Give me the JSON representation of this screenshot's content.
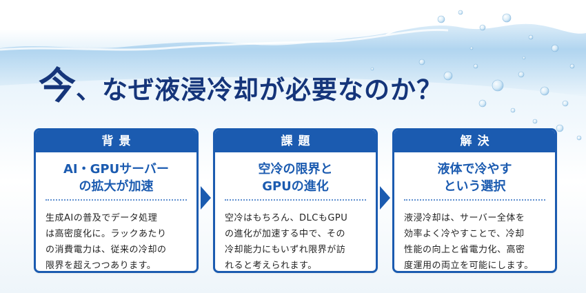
{
  "headline": {
    "lead_char": "今",
    "rest": "、なぜ液浸冷却が必要なのか？"
  },
  "cards": [
    {
      "header": "背景",
      "subtitle_lines": [
        "AI・GPUサーバー",
        "の拡大が加速"
      ],
      "body_lines": [
        "生成AIの普及でデータ処理",
        "は高密度化に。ラックあたり",
        "の消費電力は、従来の冷却の",
        "限界を超えつつあります。"
      ]
    },
    {
      "header": "課題",
      "subtitle_lines": [
        "空冷の限界と",
        "GPUの進化"
      ],
      "body_lines": [
        "空冷はもちろん、DLCもGPU",
        "の進化が加速する中で、その",
        "冷却能力にもいずれ限界が訪",
        "れると考えられます。"
      ]
    },
    {
      "header": "解決",
      "subtitle_lines": [
        "液体で冷やす",
        "という選択"
      ],
      "body_lines": [
        "液浸冷却は、サーバー全体を",
        "効率よく冷やすことで、冷却",
        "性能の向上と省電力化、高密",
        "度運用の両立を可能にします。"
      ]
    }
  ],
  "colors": {
    "accent": "#1b5bb0",
    "headline": "#15357a",
    "water": "#a9d4ef"
  },
  "decorations": {
    "background": "water-splash-illustration",
    "arrows": "chevron-right-icon"
  }
}
